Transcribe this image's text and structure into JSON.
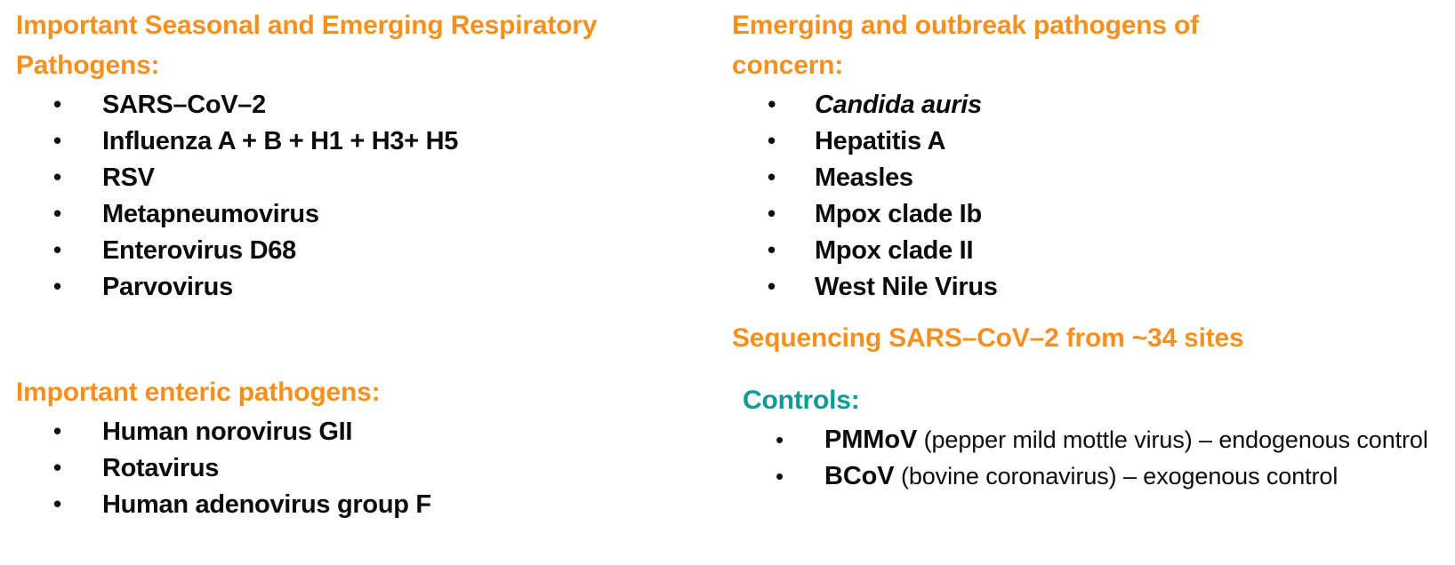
{
  "slide": {
    "background_color": "#ffffff",
    "accent_color": "#F5901F",
    "secondary_accent_color": "#0D9B94",
    "text_color": "#0c0c0c"
  },
  "left_column": {
    "respiratory": {
      "heading": "Important Seasonal and Emerging Respiratory Pathogens:",
      "items": [
        "SARS–CoV–2",
        "Influenza A + B + H1 + H3+ H5",
        "RSV",
        "Metapneumovirus",
        "Enterovirus D68",
        "Parvovirus"
      ]
    },
    "enteric": {
      "heading": "Important enteric pathogens:",
      "items": [
        "Human norovirus GII",
        "Rotavirus",
        "Human adenovirus group F"
      ]
    }
  },
  "right_column": {
    "emerging": {
      "heading": "Emerging and outbreak pathogens of concern:",
      "items": [
        {
          "text": "Candida auris",
          "style": "italic"
        },
        {
          "text": "Hepatitis A",
          "style": "normal"
        },
        {
          "text": "Measles",
          "style": "normal"
        },
        {
          "text": "Mpox clade Ib",
          "style": "normal"
        },
        {
          "text": "Mpox clade II",
          "style": "normal"
        },
        {
          "text": "West Nile Virus",
          "style": "normal"
        }
      ]
    },
    "sequencing": {
      "heading": "Sequencing SARS–CoV–2 from ~34 sites"
    },
    "controls": {
      "heading": "Controls:",
      "items": [
        {
          "name": "PMMoV",
          "description": " (pepper mild mottle virus) – endogenous control"
        },
        {
          "name": "BCoV",
          "description": " (bovine coronavirus) – exogenous control"
        }
      ]
    }
  }
}
